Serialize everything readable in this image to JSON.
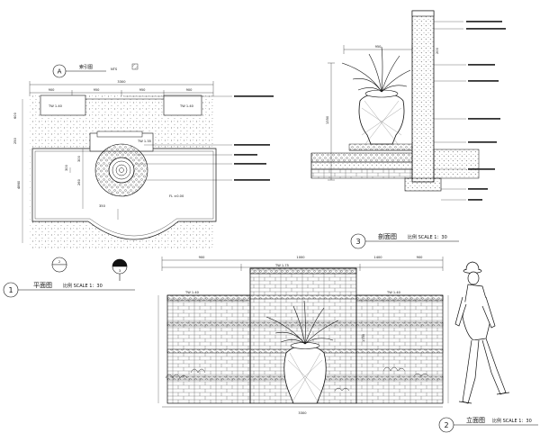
{
  "plan": {
    "index_letter": "A",
    "index_title": "索引图",
    "nts": "NTS",
    "overall_width": "3300",
    "dims_top": [
      "900",
      "950",
      "950",
      "900"
    ],
    "planter_left_label": "TW  1.40",
    "planter_right_label": "TW  1.40",
    "pool_label": "TW  1.35",
    "small_label": "FL  ±0.00",
    "left_dims": [
      "600",
      "250"
    ],
    "right_dim": "4860",
    "center_dims": [
      "300",
      "260",
      "300",
      "350"
    ],
    "section_marker_2": "2",
    "section_marker_3": "3",
    "view_number": "1",
    "view_title": "平面图",
    "scale": "比例 SCALE 1：30"
  },
  "section": {
    "top_dim": "950",
    "height_dim": "1350",
    "right_dim": "200",
    "view_number": "3",
    "view_title": "剖面图",
    "scale": "比例 SCALE 1：30"
  },
  "elevation": {
    "overall_width": "3300",
    "top_dims": [
      "900",
      "1000",
      "1400",
      "900"
    ],
    "left_label": "TW  1.40",
    "center_label": "TW  1.75",
    "right_label": "TW  1.40",
    "height_dim": "1750",
    "view_number": "2",
    "view_title": "立面图",
    "scale": "比例 SCALE 1：30"
  },
  "colors": {
    "line": "#111111",
    "hatch": "#555555"
  }
}
